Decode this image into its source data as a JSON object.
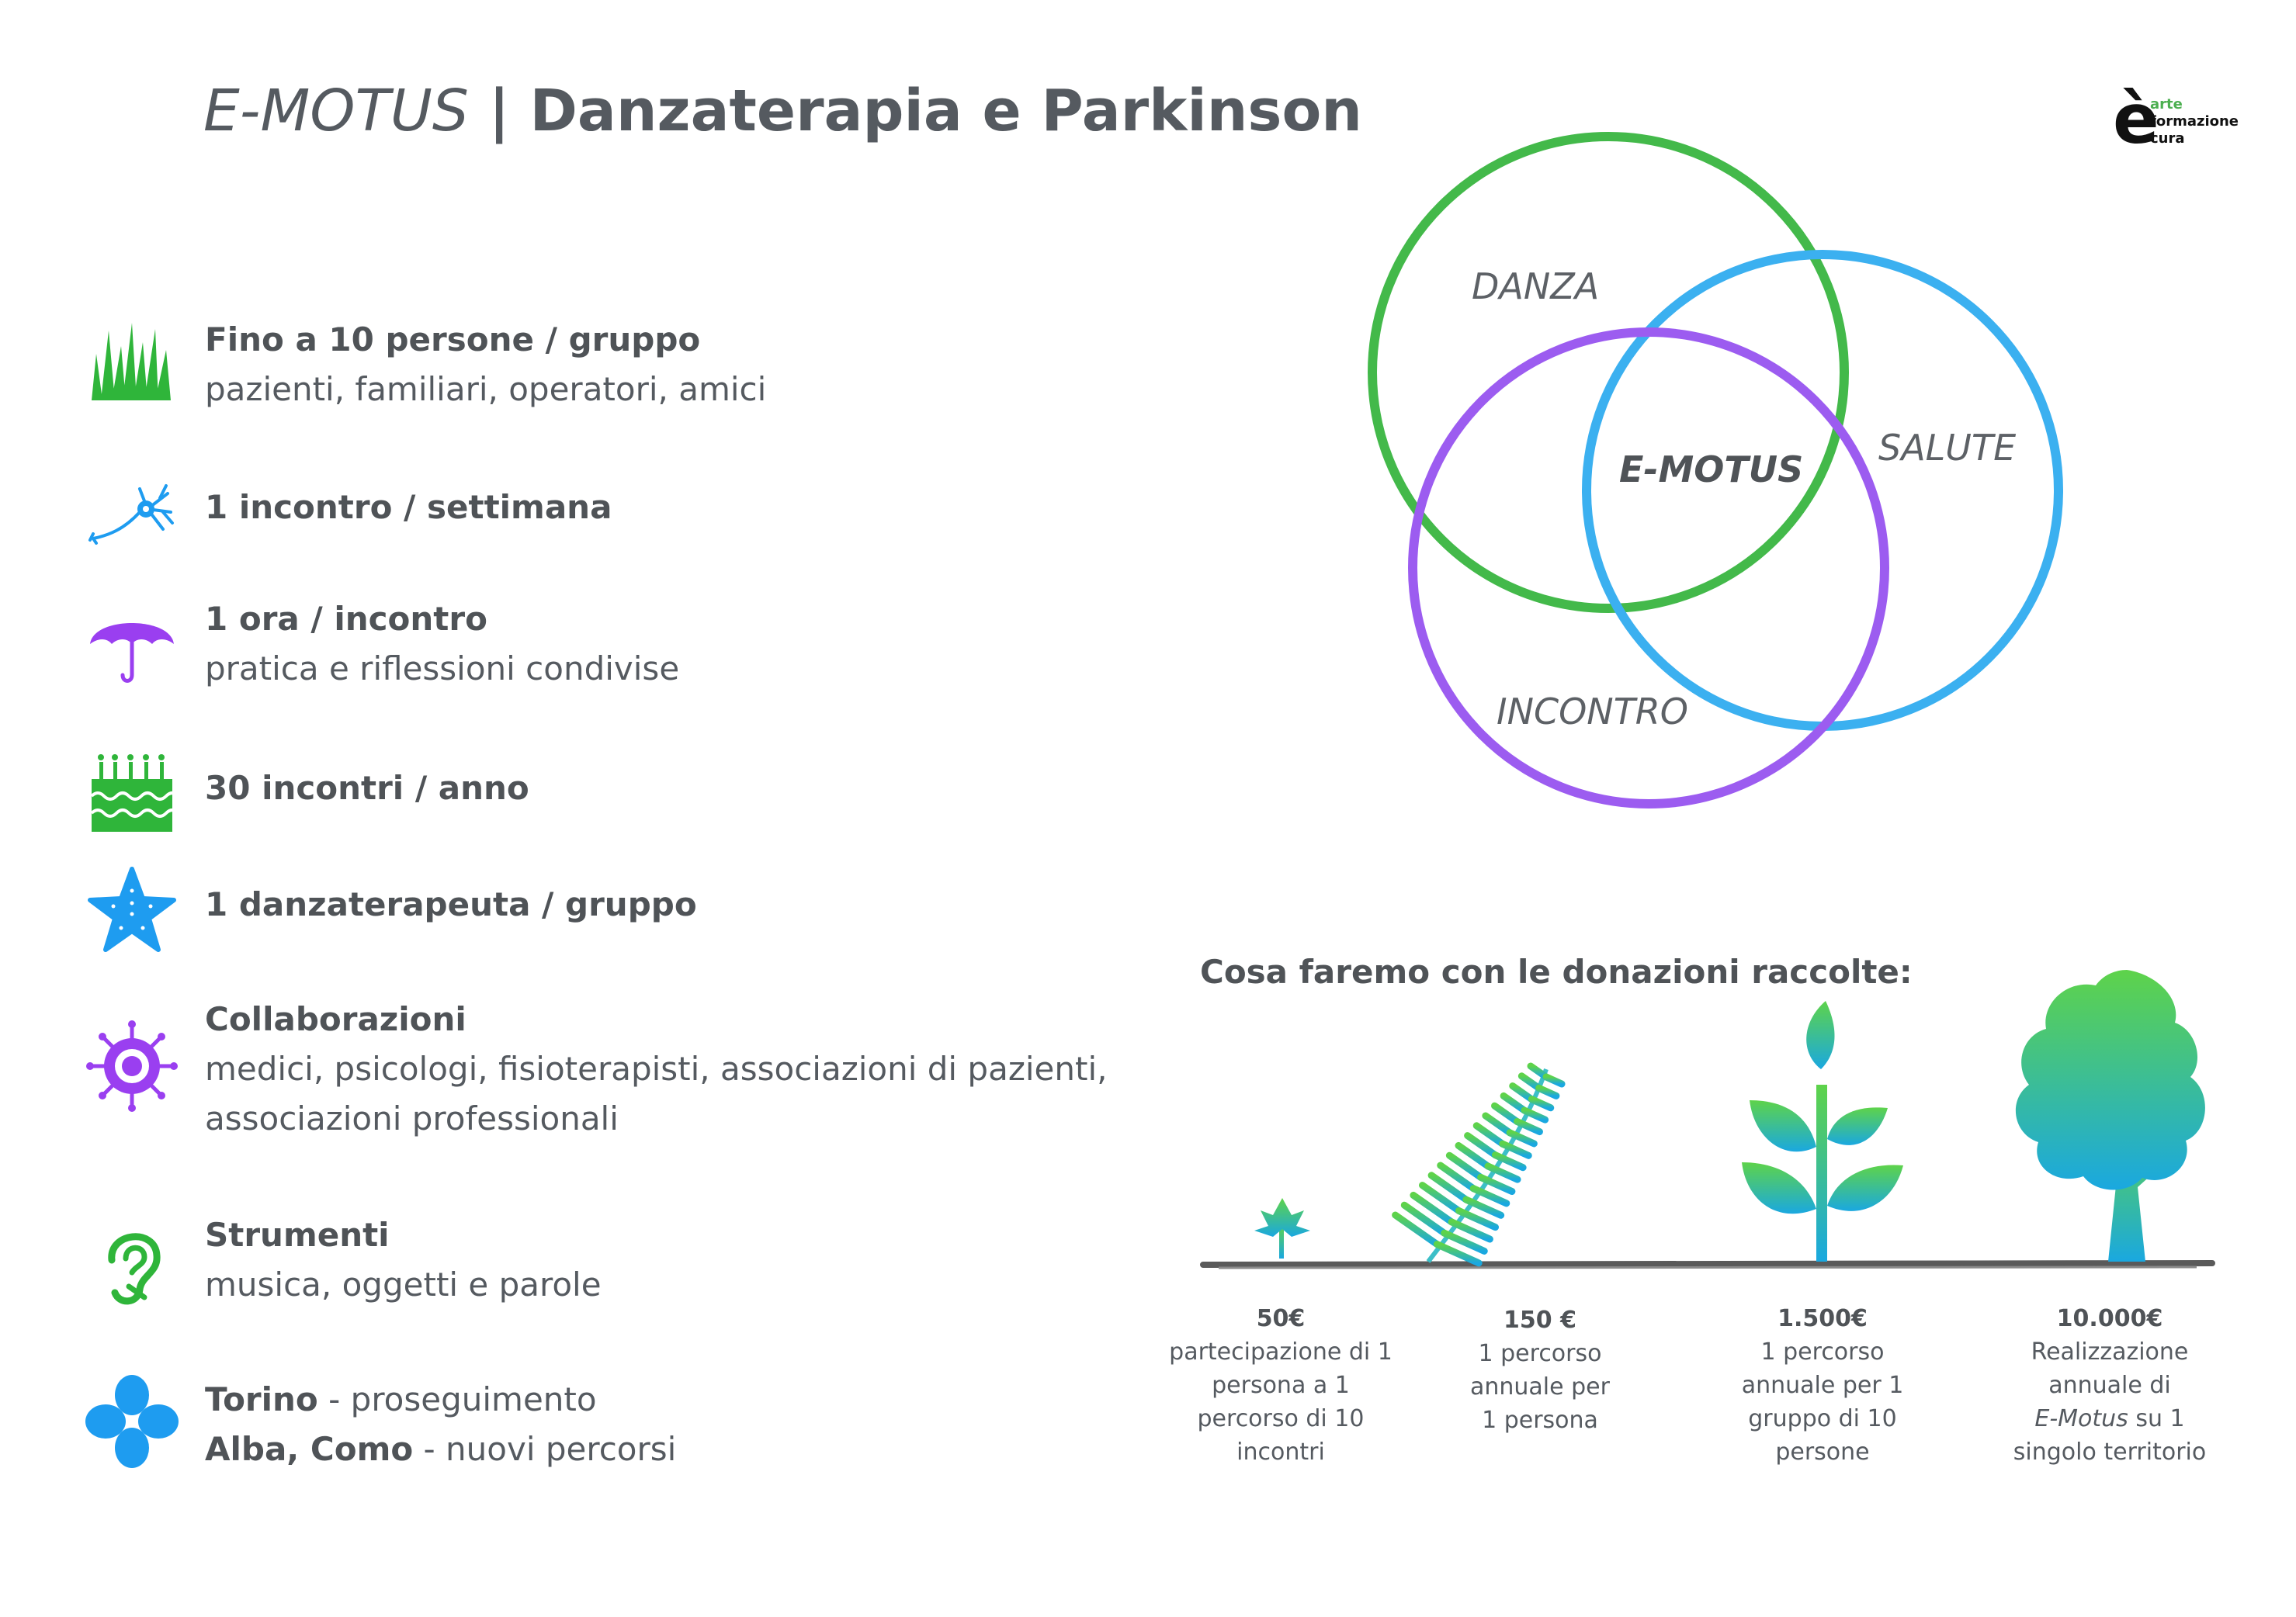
{
  "header": {
    "brand": "E-MOTUS",
    "separator": " | ",
    "subtitle": "Danzaterapia e Parkinson",
    "logo": {
      "letter": "è",
      "line1": "arte",
      "line2": "formazione",
      "line3": "cura"
    }
  },
  "features": [
    {
      "icon": "grass-icon",
      "title": "Fino a 10 persone / gruppo",
      "desc": "pazienti, familiari, operatori, amici"
    },
    {
      "icon": "neuron-icon",
      "title": "1 incontro / settimana"
    },
    {
      "icon": "umbrella-icon",
      "title": "1 ora / incontro",
      "desc": "pratica e riflessioni condivise"
    },
    {
      "icon": "cake-icon",
      "title": "30 incontri / anno"
    },
    {
      "icon": "starfish-icon",
      "title": "1 danzaterapeuta / gruppo"
    },
    {
      "icon": "virus-icon",
      "title": "Collaborazioni",
      "desc": "medici, psicologi, fisioterapisti, associazioni di pazienti,",
      "desc2": "associazioni professionali"
    },
    {
      "icon": "ear-icon",
      "title": "Strumenti",
      "desc": "musica, oggetti e parole"
    },
    {
      "icon": "clover-icon",
      "title": "Torino",
      "desc": " - proseguimento",
      "title2": "Alba, Como",
      "desc2": " - nuovi percorsi"
    }
  ],
  "venn": {
    "labels": {
      "danza": "DANZA",
      "salute": "SALUTE",
      "incontro": "INCONTRO",
      "center": "E-MOTUS"
    },
    "colors": {
      "danza": "#43b94a",
      "salute": "#3bb0f0",
      "incontro": "#9c5cf0"
    }
  },
  "donations": {
    "title": "Cosa faremo con le donazioni raccolte:",
    "tiers": [
      {
        "icon": "sprout-icon",
        "amount": "50€",
        "lines": [
          "partecipazione di 1",
          "persona a 1",
          "percorso di 10",
          "incontri"
        ]
      },
      {
        "icon": "fern-icon",
        "amount": "150 €",
        "lines": [
          "1 percorso",
          "annuale per",
          "1 persona"
        ]
      },
      {
        "icon": "plant-icon",
        "amount": "1.500€",
        "lines": [
          "1 percorso",
          "annuale per 1",
          "gruppo di 10",
          "persone"
        ]
      },
      {
        "icon": "tree-icon",
        "amount": "10.000€",
        "lines": [
          "Realizzazione",
          "annuale di"
        ],
        "emph": "E-Motus",
        "tail": " su 1",
        "last": "singolo territorio"
      }
    ]
  },
  "colors": {
    "green": "#2fb53a",
    "blue": "#1e9cf0",
    "purple": "#9a3ff0",
    "text": "#555a60"
  }
}
